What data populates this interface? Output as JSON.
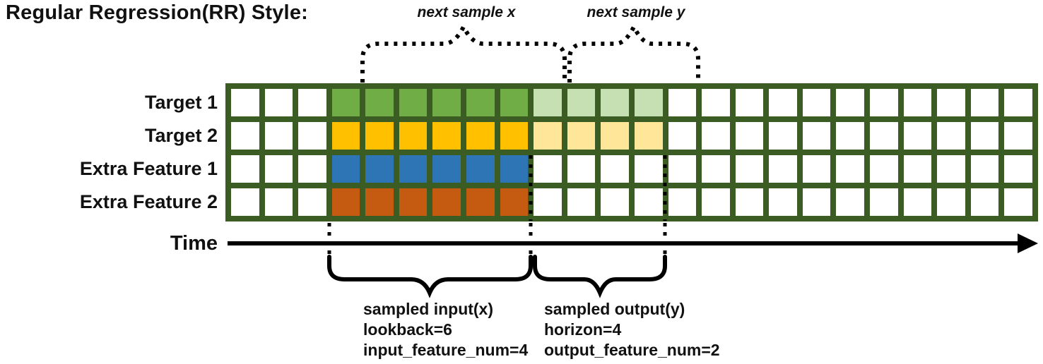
{
  "title": "Regular Regression(RR) Style:",
  "colors": {
    "grid_border": "#3B5C23",
    "target1_input": "#70AD47",
    "target1_output": "#C6E0B4",
    "target2_input": "#FFC000",
    "target2_output": "#FFE699",
    "extra1_input": "#2E75B6",
    "extra2_input": "#C55A11",
    "empty_cell": "#FFFFFF",
    "annotation": "#000000"
  },
  "grid": {
    "columns": 24,
    "border_color": "#3B5C23",
    "rows": [
      {
        "label": "Target 1",
        "solid_color": "#70AD47",
        "light_color": "#C6E0B4",
        "input_cols": [
          3,
          8
        ],
        "output_cols": [
          9,
          12
        ]
      },
      {
        "label": "Target 2",
        "solid_color": "#FFC000",
        "light_color": "#FFE699",
        "input_cols": [
          3,
          8
        ],
        "output_cols": [
          9,
          12
        ]
      },
      {
        "label": "Extra Feature 1",
        "solid_color": "#2E75B6",
        "light_color": null,
        "input_cols": [
          3,
          8
        ],
        "output_cols": null
      },
      {
        "label": "Extra Feature 2",
        "solid_color": "#C55A11",
        "light_color": null,
        "input_cols": [
          3,
          8
        ],
        "output_cols": null
      }
    ]
  },
  "annotations": {
    "next_sample_x": "next sample x",
    "next_sample_y": "next sample y",
    "input_caption_line1": "sampled input(x)",
    "input_caption_line2": "lookback=6",
    "input_caption_line3": "input_feature_num=4",
    "output_caption_line1": "sampled output(y)",
    "output_caption_line2": "horizon=4",
    "output_caption_line3": "output_feature_num=2"
  },
  "time_axis": {
    "label": "Time"
  },
  "sample_params": {
    "lookback": 6,
    "horizon": 4,
    "input_feature_num": 4,
    "output_feature_num": 2
  }
}
